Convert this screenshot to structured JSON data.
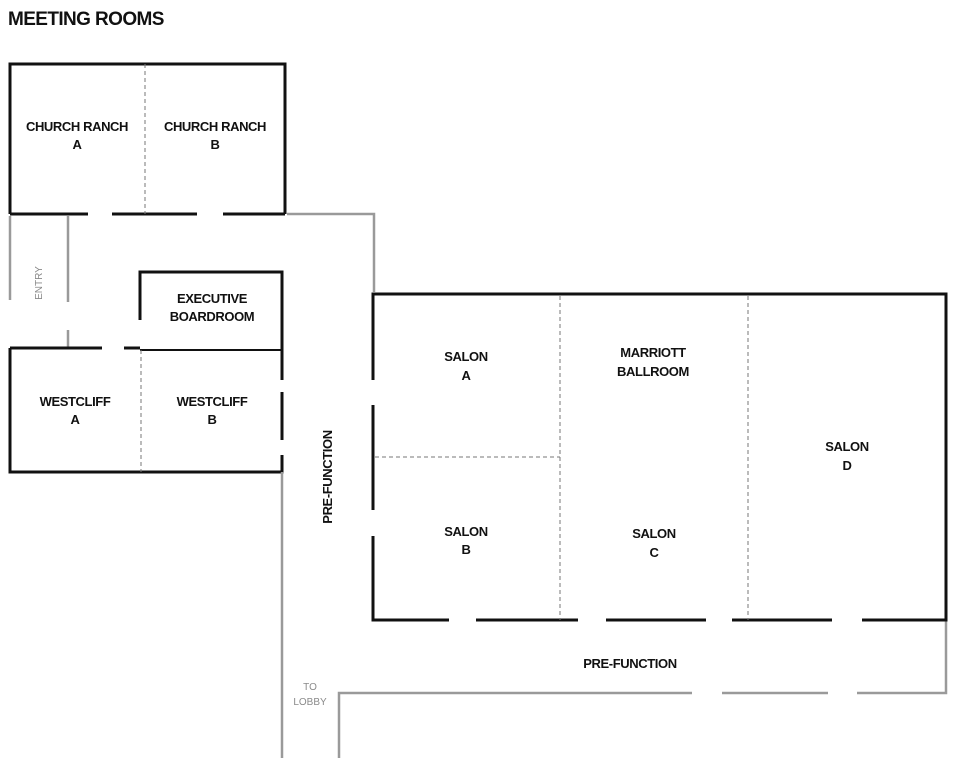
{
  "title": "MEETING ROOMS",
  "rooms": {
    "church_ranch_a": [
      "CHURCH RANCH",
      "A"
    ],
    "church_ranch_b": [
      "CHURCH RANCH",
      "B"
    ],
    "executive_boardroom": [
      "EXECUTIVE",
      "BOARDROOM"
    ],
    "westcliff_a": [
      "WESTCLIFF",
      "A"
    ],
    "westcliff_b": [
      "WESTCLIFF",
      "B"
    ],
    "salon_a": [
      "SALON",
      "A"
    ],
    "salon_b": [
      "SALON",
      "B"
    ],
    "marriott_ballroom": [
      "MARRIOTT",
      "BALLROOM"
    ],
    "salon_c": [
      "SALON",
      "C"
    ],
    "salon_d": [
      "SALON",
      "D"
    ]
  },
  "areas": {
    "entry": "ENTRY",
    "prefunction_vertical": "PRE-FUNCTION",
    "prefunction_horizontal": "PRE-FUNCTION",
    "to_lobby": [
      "TO",
      "LOBBY"
    ]
  },
  "colors": {
    "wall": "#111111",
    "corridor": "#9a9a9a",
    "divider": "#777777"
  }
}
